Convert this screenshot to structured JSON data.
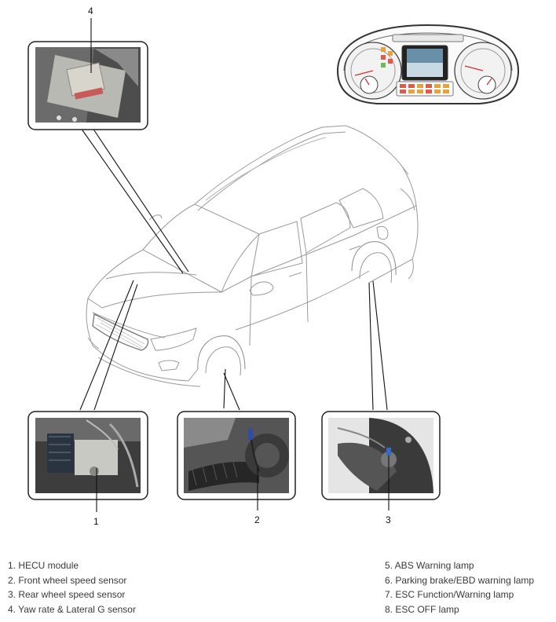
{
  "callouts": {
    "c1": "1",
    "c2": "2",
    "c3": "3",
    "c4": "4"
  },
  "legend": {
    "left": [
      "1. HECU module",
      "2. Front wheel speed sensor",
      "3. Rear wheel speed sensor",
      "4. Yaw rate & Lateral G sensor"
    ],
    "right": [
      "5. ABS Warning lamp",
      "6. Parking brake/EBD warning lamp",
      "7. ESC Function/Warning lamp",
      "8. ESC OFF lamp"
    ]
  }
}
